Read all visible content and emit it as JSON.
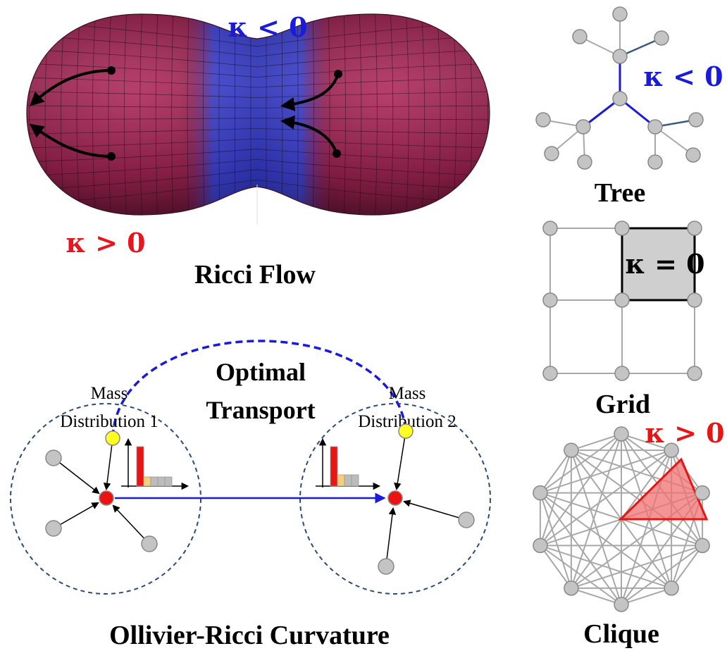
{
  "figure": {
    "ricci_flow": {
      "caption": "Ricci Flow",
      "neg_label": "κ < 0",
      "pos_label": "κ > 0"
    },
    "ollivier": {
      "caption": "Ollivier-Ricci Curvature",
      "transport_line1": "Optimal",
      "transport_line2": "Transport",
      "dist1_line1": "Mass",
      "dist1_line2": "Distribution 1",
      "dist2_line1": "Mass",
      "dist2_line2": "Distribution 2"
    },
    "tree": {
      "caption": "Tree",
      "label": "κ < 0"
    },
    "grid": {
      "caption": "Grid",
      "label": "κ = 0"
    },
    "clique": {
      "caption": "Clique",
      "label": "κ > 0"
    }
  },
  "colors": {
    "positive": "#e8141e",
    "negative": "#1a1adc",
    "surface_pos": "#9c2350",
    "surface_neg": "#3a3fc4",
    "node": "#c4c4c4",
    "edge": "#a8a8a8",
    "mass_node": "#ffff22",
    "center_node": "#ee1111"
  }
}
